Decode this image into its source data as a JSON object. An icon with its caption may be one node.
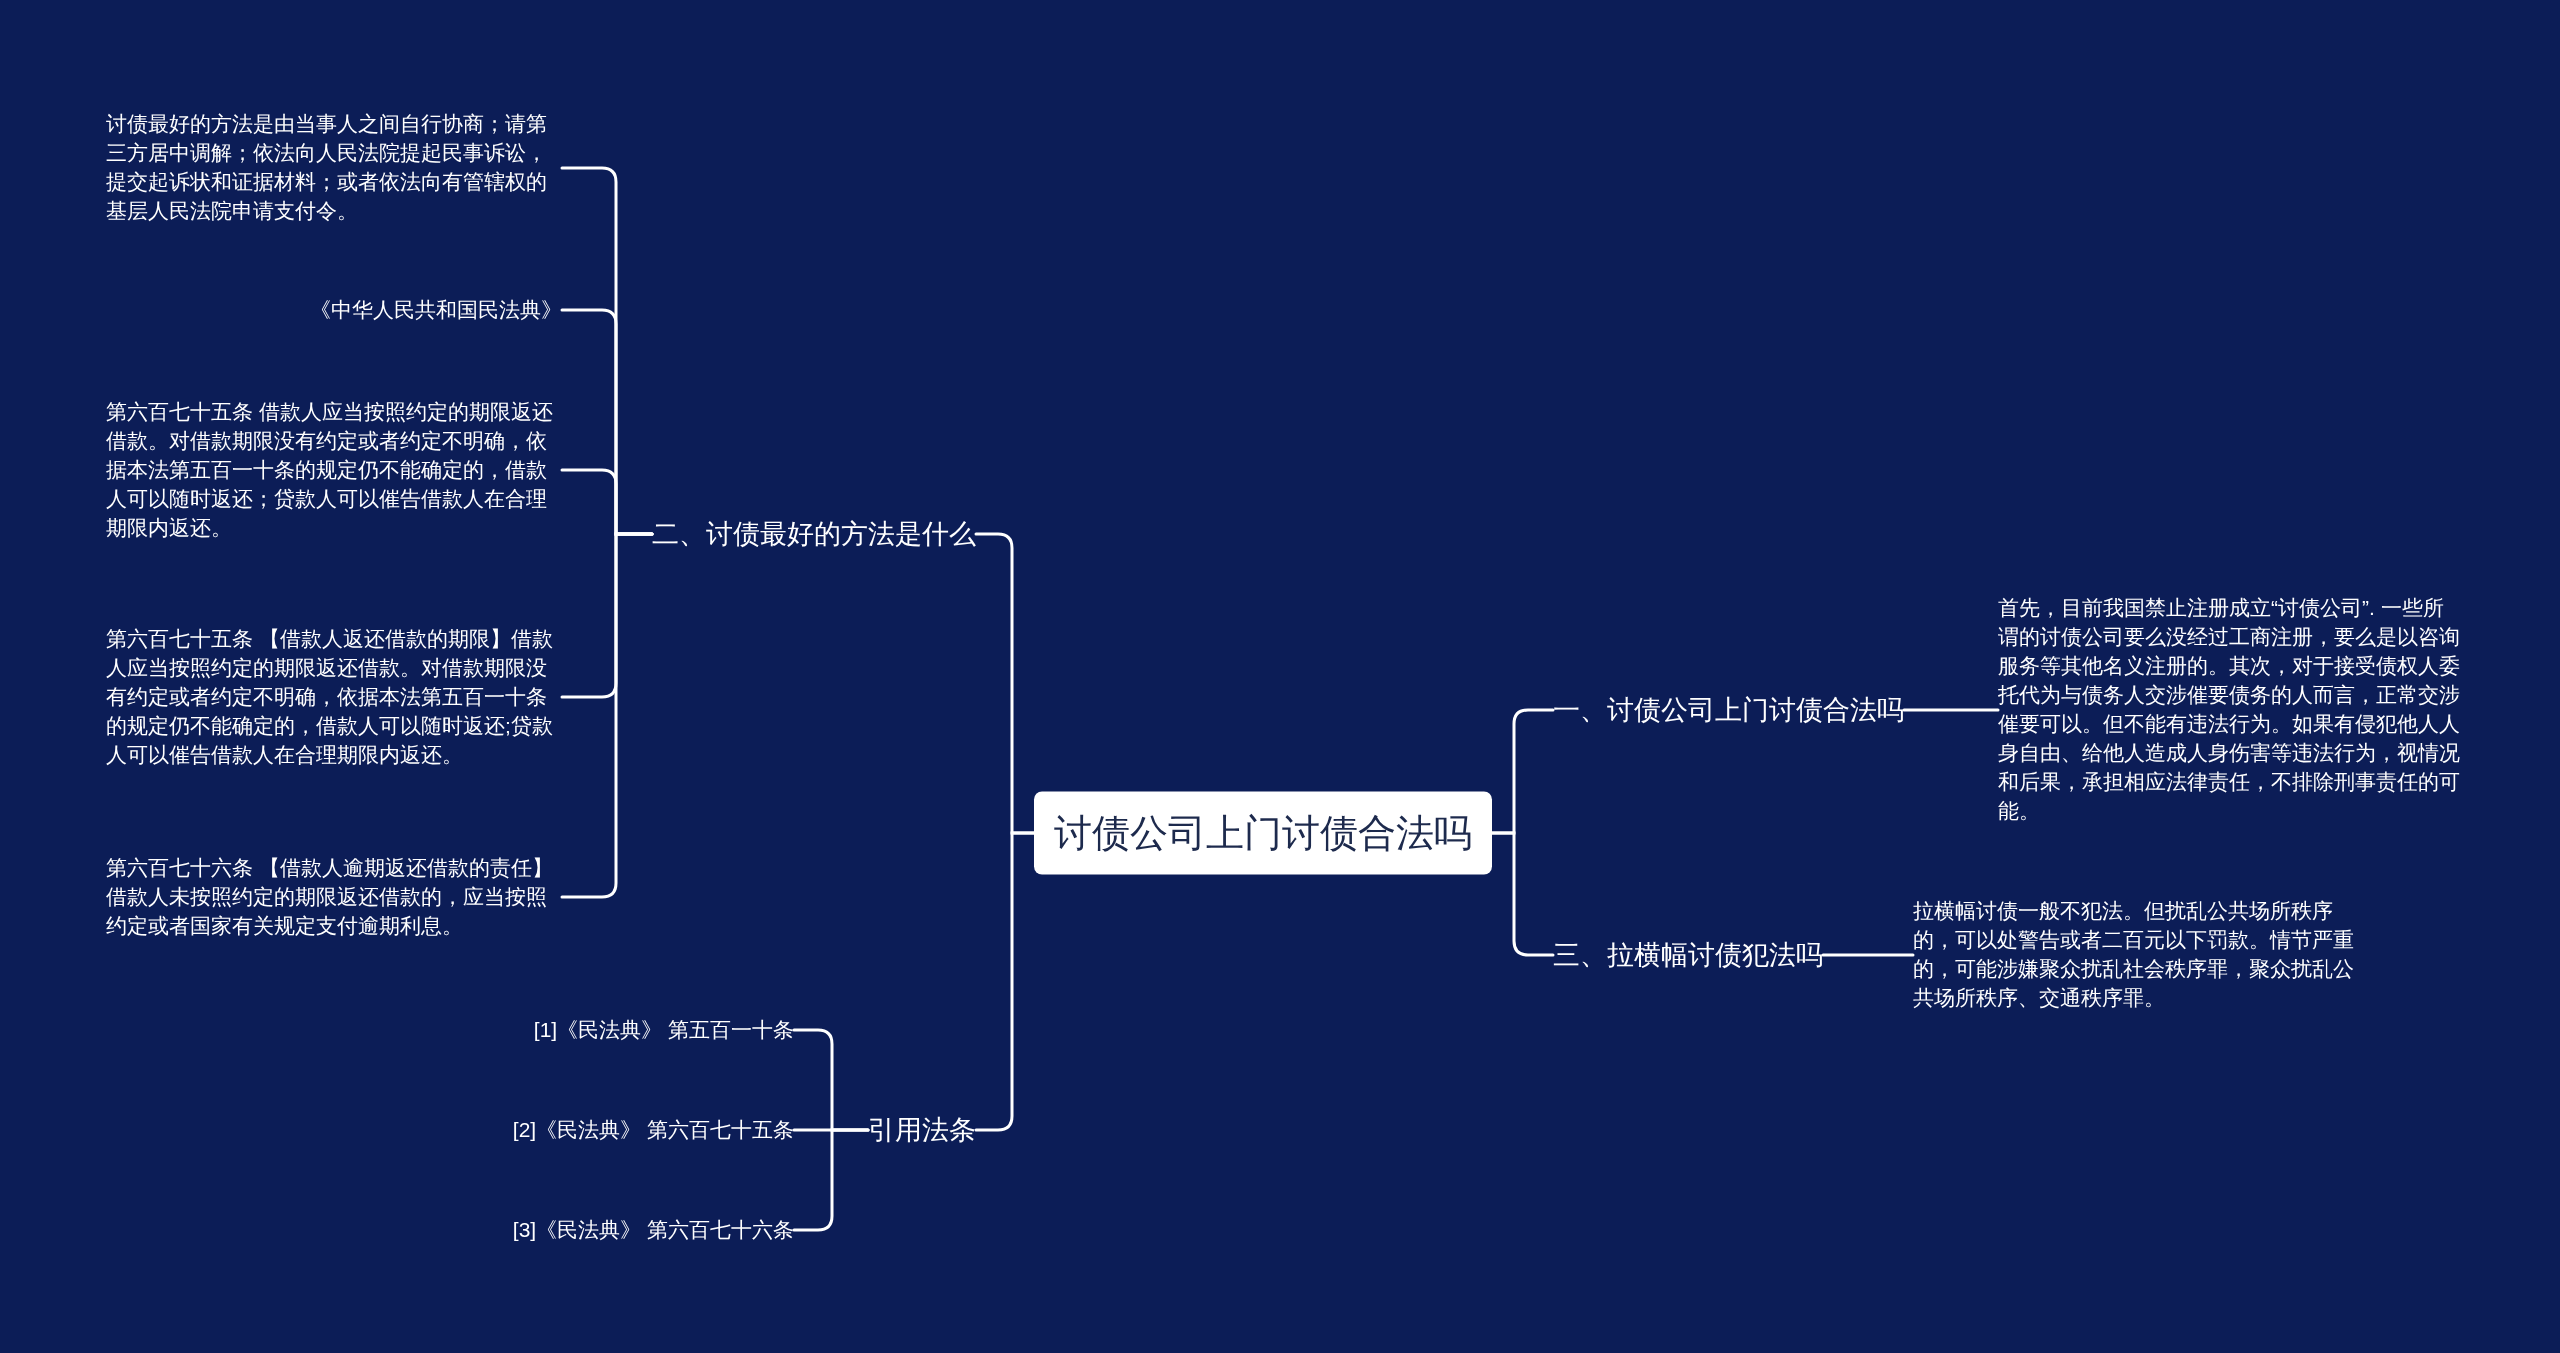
{
  "diagram": {
    "nodes": [
      {
        "text": [
          "讨债公司上门讨债合法吗"
        ]
      },
      {
        "text": [
          "一、讨债公司上门讨债合法吗"
        ]
      },
      {
        "text": [
          "首先，目前我国禁止注册成立“讨债公司”. 一些所谓的讨债公司要么没经过工商注册，要么是以咨询服务等其他名义注册的。其次，对于接受债权人委托代为与债务人交涉催要债务的人而言，正常交涉催要可以。但不能有违法行为。如果有侵犯他人人身自由、给他人造成人身伤害等违法行为，视情况和后果，承担相应法律责任，不排除刑事责任的可能。"
        ]
      },
      {
        "text": [
          "三、拉横幅讨债犯法吗"
        ]
      },
      {
        "text": [
          "拉横幅讨债一般不犯法。但扰乱公共场所秩序的，可以处警告或者二百元以下罚款。情节严重的，可能涉嫌聚众扰乱社会秩序罪，聚众扰乱公共场所秩序、交通秩序罪。"
        ]
      },
      {
        "text": [
          "二、讨债最好的方法是什么"
        ]
      },
      {
        "text": [
          "讨债最好的方法是由当事人之间自行协商；请第三方居中调解；依法向人民法院提起民事诉讼，提交起诉状和证据材料；或者依法向有管辖权的基层人民法院申请支付令。"
        ]
      },
      {
        "text": [
          "《中华人民共和国民法典》"
        ]
      },
      {
        "text": [
          "第六百七十五条  借款人应当按照约定的期限返还借款。对借款期限没有约定或者约定不明确，依据本法第五百一十条的规定仍不能确定的，借款人可以随时返还；贷款人可以催告借款人在合理期限内返还。"
        ]
      },
      {
        "text": [
          "第六百七十五条 【借款人返还借款的期限】借款人应当按照约定的期限返还借款。对借款期限没有约定或者约定不明确，依据本法第五百一十条的规定仍不能确定的，借款人可以随时返还;贷款人可以催告借款人在合理期限内返还。"
        ]
      },
      {
        "text": [
          "第六百七十六条 【借款人逾期返还借款的责任】借款人未按照约定的期限返还借款的，应当按照约定或者国家有关规定支付逾期利息。"
        ]
      },
      {
        "text": [
          "引用法条"
        ]
      },
      {
        "text": [
          "[1]《民法典》 第五百一十条"
        ]
      },
      {
        "text": [
          "[2]《民法典》 第六百七十五条"
        ]
      },
      {
        "text": [
          "[3]《民法典》 第六百七十六条"
        ]
      }
    ],
    "edges": [
      {
        "from": 0,
        "to": 1,
        "arrow": "none"
      },
      {
        "from": 1,
        "to": 2,
        "arrow": "none"
      },
      {
        "from": 0,
        "to": 3,
        "arrow": "none"
      },
      {
        "from": 3,
        "to": 4,
        "arrow": "none"
      },
      {
        "from": 0,
        "to": 5,
        "arrow": "none"
      },
      {
        "from": 5,
        "to": 6,
        "arrow": "none"
      },
      {
        "from": 5,
        "to": 7,
        "arrow": "none"
      },
      {
        "from": 5,
        "to": 8,
        "arrow": "none"
      },
      {
        "from": 5,
        "to": 9,
        "arrow": "none"
      },
      {
        "from": 5,
        "to": 10,
        "arrow": "none"
      },
      {
        "from": 0,
        "to": 11,
        "arrow": "none"
      },
      {
        "from": 11,
        "to": 12,
        "arrow": "none"
      },
      {
        "from": 11,
        "to": 13,
        "arrow": "none"
      },
      {
        "from": 11,
        "to": 14,
        "arrow": "none"
      }
    ]
  }
}
